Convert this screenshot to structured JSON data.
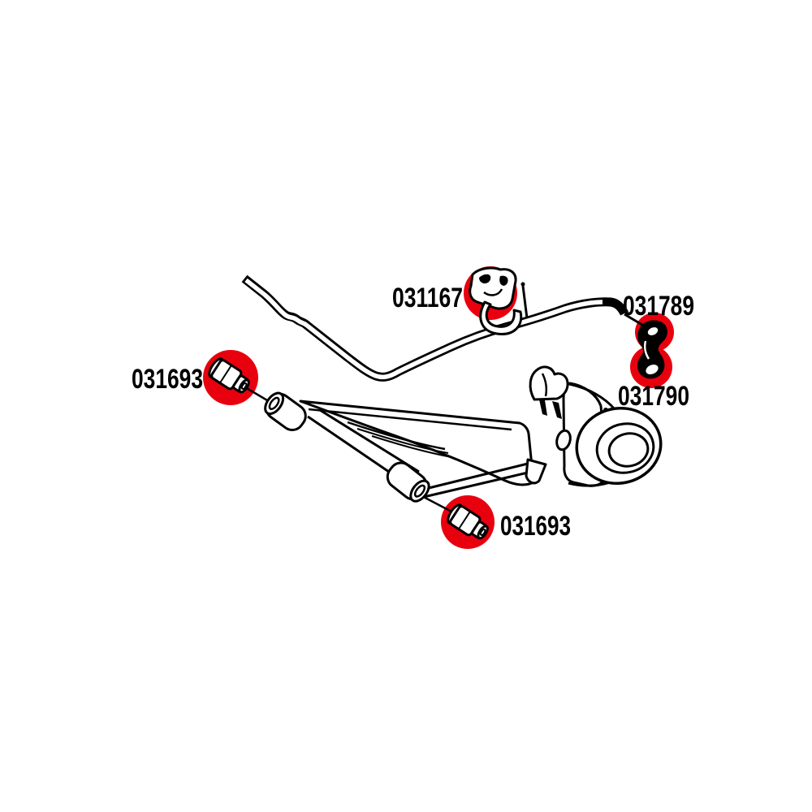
{
  "colors": {
    "highlight": "#e8000e",
    "ink": "#000000",
    "background": "#ffffff"
  },
  "diagram": {
    "description": "rear suspension trailing arm and stabilizer bar bushing parts diagram",
    "part_labels": [
      {
        "text": "031167"
      },
      {
        "text": "031789"
      },
      {
        "text": "031790"
      },
      {
        "text": "031693"
      },
      {
        "text": "031693"
      }
    ]
  }
}
